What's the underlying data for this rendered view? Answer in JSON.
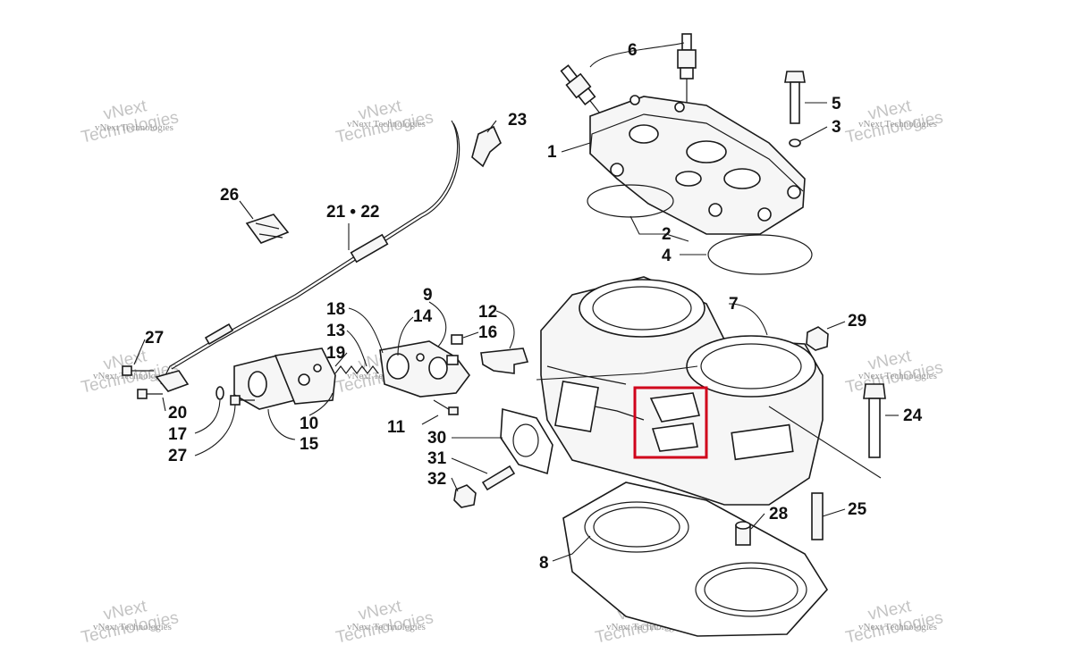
{
  "diagram": {
    "callouts": {
      "c1": "1",
      "c2": "2",
      "c3": "3",
      "c4": "4",
      "c5": "5",
      "c6": "6",
      "c7": "7",
      "c8": "8",
      "c9": "9",
      "c10": "10",
      "c11": "11",
      "c12": "12",
      "c13": "13",
      "c14": "14",
      "c15": "15",
      "c16": "16",
      "c17": "17",
      "c18": "18",
      "c19": "19",
      "c20": "20",
      "c2122": "21 • 22",
      "c23": "23",
      "c24": "24",
      "c25": "25",
      "c26": "26",
      "c27a": "27",
      "c27b": "27",
      "c28": "28",
      "c29": "29",
      "c30": "30",
      "c31": "31",
      "c32": "32"
    },
    "highlight_color": "#d0021b"
  },
  "watermark": {
    "line1": "vNext",
    "line2": "Technologies",
    "small": "vNext Technologies"
  }
}
